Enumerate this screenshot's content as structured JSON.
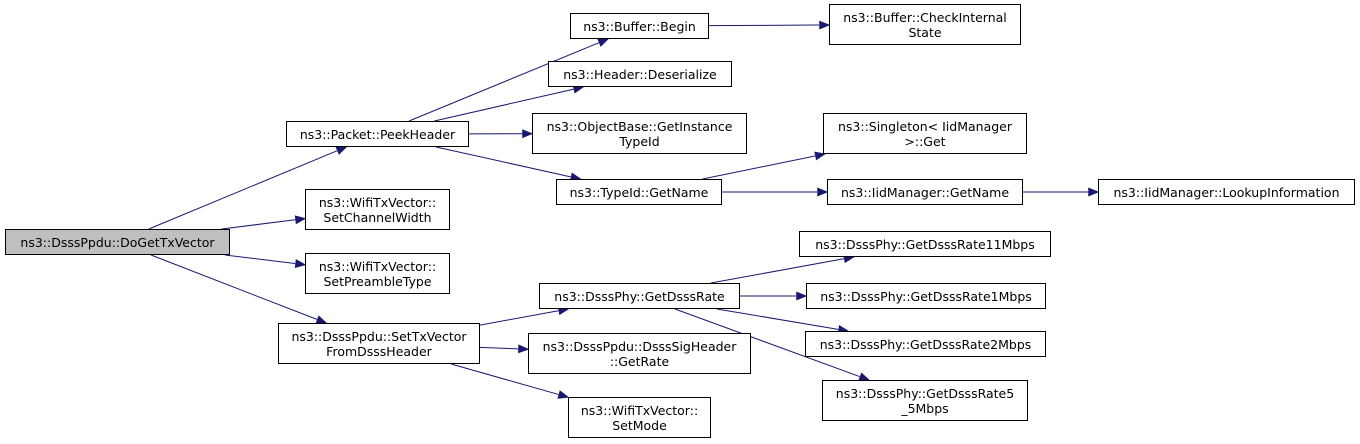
{
  "colors": {
    "edge": "#191970",
    "root_fill": "#bfbfbf",
    "node_fill": "#ffffff",
    "border": "#000000"
  },
  "nodes": {
    "do_get_tx_vector": {
      "lines": [
        "ns3::DsssPpdu::DoGetTxVector"
      ],
      "root": true
    },
    "packet_peek_header": {
      "lines": [
        "ns3::Packet::PeekHeader"
      ]
    },
    "set_channel_width": {
      "lines": [
        "ns3::WifiTxVector::",
        "SetChannelWidth"
      ]
    },
    "set_preamble_type": {
      "lines": [
        "ns3::WifiTxVector::",
        "SetPreambleType"
      ]
    },
    "set_tx_vector_from_dsss_header": {
      "lines": [
        "ns3::DsssPpdu::SetTxVector",
        "FromDsssHeader"
      ]
    },
    "buffer_begin": {
      "lines": [
        "ns3::Buffer::Begin"
      ]
    },
    "buffer_check_internal_state": {
      "lines": [
        "ns3::Buffer::CheckInternal",
        "State"
      ]
    },
    "header_deserialize": {
      "lines": [
        "ns3::Header::Deserialize"
      ]
    },
    "object_base_get_instance_type_id": {
      "lines": [
        "ns3::ObjectBase::GetInstance",
        "TypeId"
      ]
    },
    "type_id_get_name": {
      "lines": [
        "ns3::TypeId::GetName"
      ]
    },
    "singleton_get": {
      "lines": [
        "ns3::Singleton< IidManager",
        " >::Get"
      ]
    },
    "iid_manager_get_name": {
      "lines": [
        "ns3::IidManager::GetName"
      ]
    },
    "iid_manager_lookup_information": {
      "lines": [
        "ns3::IidManager::LookupInformation"
      ]
    },
    "dsss_phy_get_dsss_rate": {
      "lines": [
        "ns3::DsssPhy::GetDsssRate"
      ]
    },
    "dsss_sig_header_get_rate": {
      "lines": [
        "ns3::DsssPpdu::DsssSigHeader",
        "::GetRate"
      ]
    },
    "set_mode": {
      "lines": [
        "ns3::WifiTxVector::",
        "SetMode"
      ]
    },
    "get_dsss_rate_11mbps": {
      "lines": [
        "ns3::DsssPhy::GetDsssRate11Mbps"
      ]
    },
    "get_dsss_rate_1mbps": {
      "lines": [
        "ns3::DsssPhy::GetDsssRate1Mbps"
      ]
    },
    "get_dsss_rate_2mbps": {
      "lines": [
        "ns3::DsssPhy::GetDsssRate2Mbps"
      ]
    },
    "get_dsss_rate_5_5mbps": {
      "lines": [
        "ns3::DsssPhy::GetDsssRate5",
        "_5Mbps"
      ]
    }
  },
  "edges": [
    [
      "do_get_tx_vector",
      "packet_peek_header"
    ],
    [
      "do_get_tx_vector",
      "set_channel_width"
    ],
    [
      "do_get_tx_vector",
      "set_preamble_type"
    ],
    [
      "do_get_tx_vector",
      "set_tx_vector_from_dsss_header"
    ],
    [
      "packet_peek_header",
      "buffer_begin"
    ],
    [
      "packet_peek_header",
      "header_deserialize"
    ],
    [
      "packet_peek_header",
      "object_base_get_instance_type_id"
    ],
    [
      "packet_peek_header",
      "type_id_get_name"
    ],
    [
      "buffer_begin",
      "buffer_check_internal_state"
    ],
    [
      "type_id_get_name",
      "singleton_get"
    ],
    [
      "type_id_get_name",
      "iid_manager_get_name"
    ],
    [
      "iid_manager_get_name",
      "iid_manager_lookup_information"
    ],
    [
      "set_tx_vector_from_dsss_header",
      "dsss_phy_get_dsss_rate"
    ],
    [
      "set_tx_vector_from_dsss_header",
      "dsss_sig_header_get_rate"
    ],
    [
      "set_tx_vector_from_dsss_header",
      "set_mode"
    ],
    [
      "dsss_phy_get_dsss_rate",
      "get_dsss_rate_11mbps"
    ],
    [
      "dsss_phy_get_dsss_rate",
      "get_dsss_rate_1mbps"
    ],
    [
      "dsss_phy_get_dsss_rate",
      "get_dsss_rate_2mbps"
    ],
    [
      "dsss_phy_get_dsss_rate",
      "get_dsss_rate_5_5mbps"
    ]
  ]
}
